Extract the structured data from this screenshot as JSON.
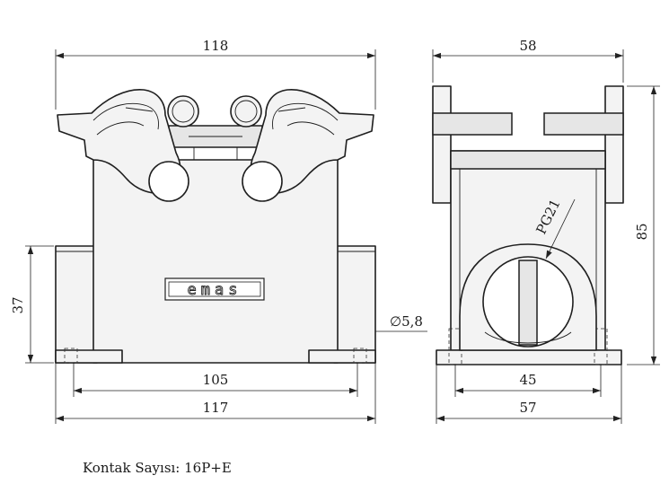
{
  "brand": "emas",
  "caption": "Kontak Sayısı: 16P+E",
  "dimensions": {
    "front_top_width": "118",
    "front_height": "37",
    "front_hole_span": "105",
    "front_base_width": "117",
    "side_top_width": "58",
    "side_height": "85",
    "side_hole_span": "45",
    "side_base_width": "57",
    "hole_diameter": "∅5,8",
    "cable_entry": "PG21"
  }
}
